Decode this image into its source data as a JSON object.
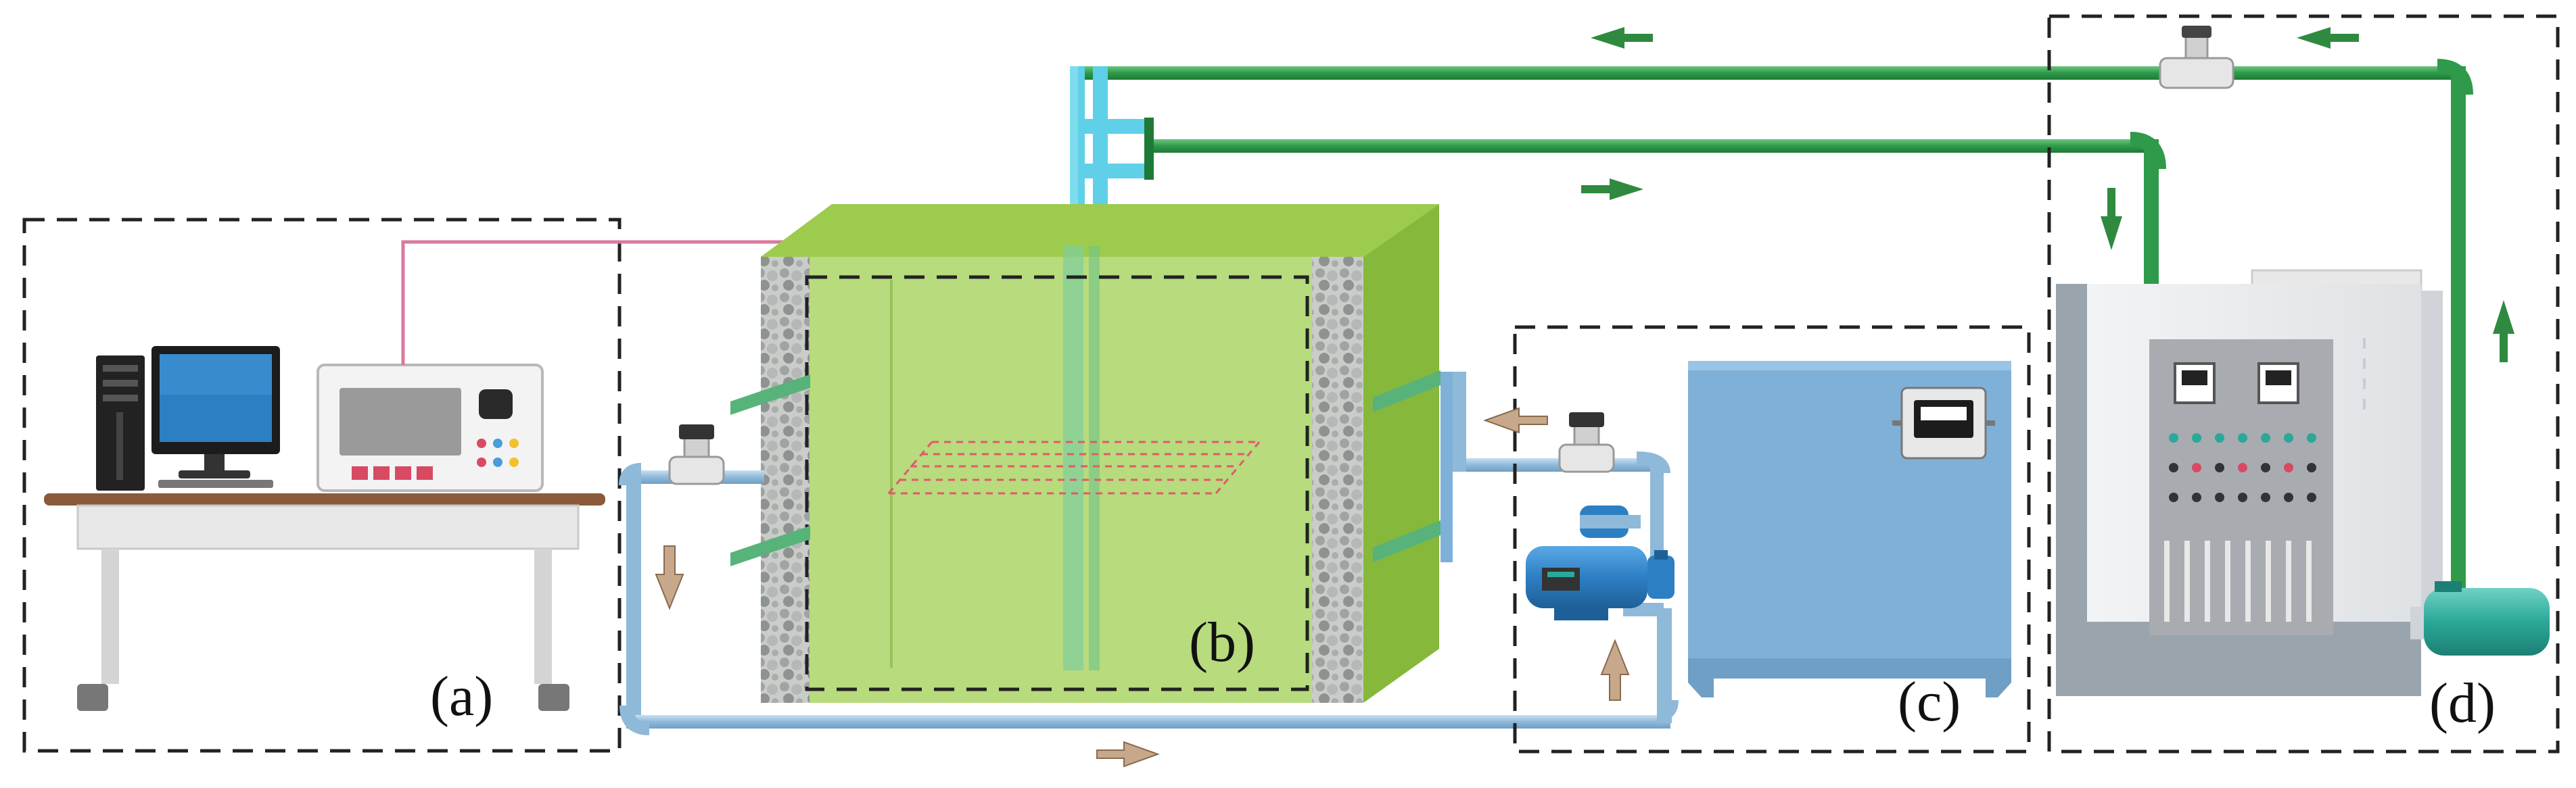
{
  "labels": {
    "a": "(a)",
    "b": "(b)",
    "c": "(c)",
    "d": "(d)"
  },
  "colors": {
    "green_pipe": "#2e9a4a",
    "blue_pipe": "#8fb9d9",
    "cyan_pipe": "#5fd0e8",
    "signal_wire": "#d97aa0",
    "tank_green": "#a8d468",
    "cabinet_blue": "#7fb0d8",
    "arrow_green": "#2f8a3f",
    "arrow_tan": "#c8a88a"
  },
  "icons": [
    "computer-tower-icon",
    "monitor-icon",
    "data-logger-icon",
    "water-pump-icon",
    "flow-meter-icon",
    "flow-direction-arrow-icon"
  ]
}
